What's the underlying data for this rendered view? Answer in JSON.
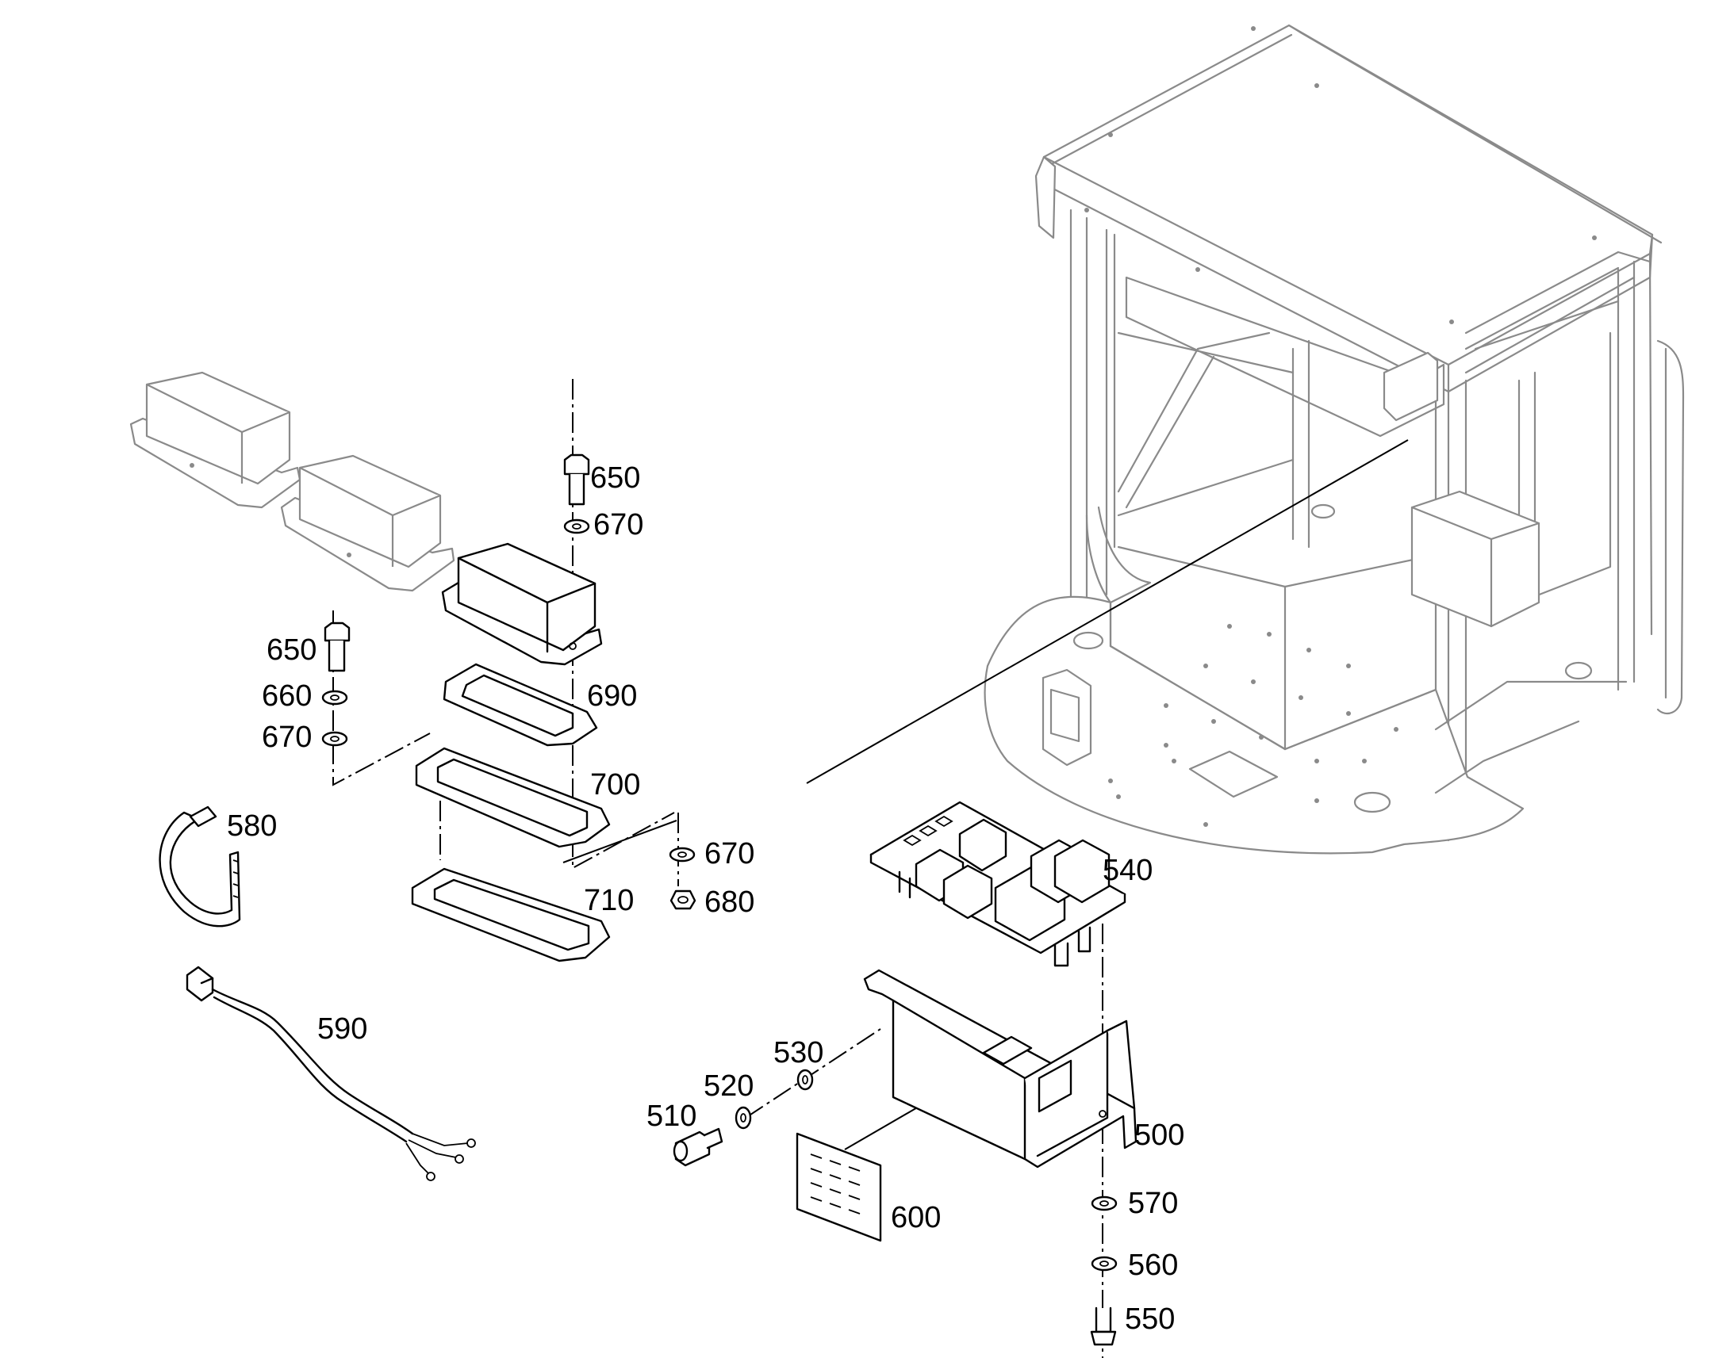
{
  "labels": {
    "p500": "500",
    "p510": "510",
    "p520": "520",
    "p530": "530",
    "p540": "540",
    "p550": "550",
    "p560": "560",
    "p570": "570",
    "p580": "580",
    "p590": "590",
    "p600": "600",
    "p650a": "650",
    "p650b": "650",
    "p660": "660",
    "p670a": "670",
    "p670b": "670",
    "p670c": "670",
    "p680": "680",
    "p690": "690",
    "p700": "700",
    "p710": "710"
  },
  "colors": {
    "part_line": "#000000",
    "cab_line": "#8a8a8a",
    "background": "#ffffff"
  }
}
